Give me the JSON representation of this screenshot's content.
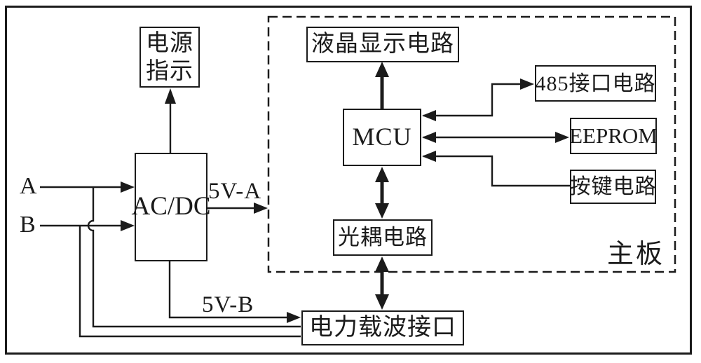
{
  "blocks": {
    "power_indicator_line1": "电源",
    "power_indicator_line2": "指示",
    "acdc": "AC/DC",
    "lcd": "液晶显示电路",
    "mcu": "MCU",
    "rs485": "485接口电路",
    "eeprom": "EEPROM",
    "keypad": "按键电路",
    "optocoupler": "光耦电路",
    "plc_interface": "电力载波接口",
    "mainboard": "主板"
  },
  "wire_labels": {
    "input_a": "A",
    "input_b": "B",
    "v5a": "5V-A",
    "v5b": "5V-B"
  },
  "colors": {
    "line": "#1b1b1b",
    "background": "#ffffff"
  }
}
